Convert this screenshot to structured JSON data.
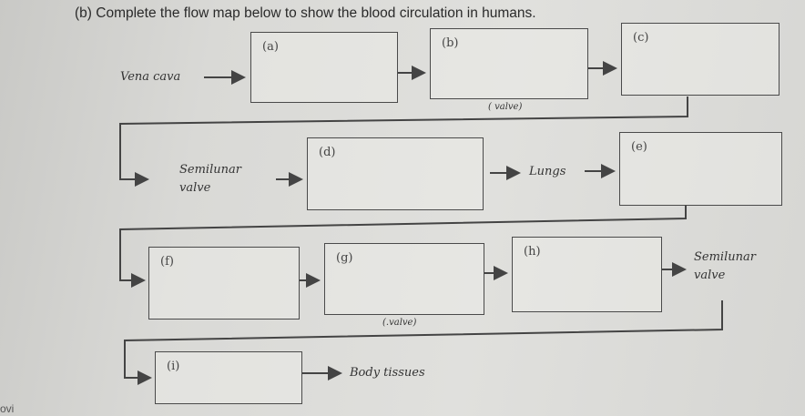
{
  "title": "(b) Complete the flow map below to show the blood circulation in humans.",
  "boxes": [
    "(a)",
    "(b)",
    "(c)",
    "(d)",
    "(e)",
    "(f)",
    "(g)",
    "(h)",
    "(i)"
  ],
  "labels": {
    "vena_cava": "Vena cava",
    "valve_1": "( valve)",
    "semilunar_1a": "Semilunar",
    "semilunar_1b": "valve",
    "lungs": "Lungs",
    "semilunar_2a": "Semilunar",
    "semilunar_2b": "valve",
    "valve_2": "(.valve)",
    "body_tissues": "Body tissues",
    "edge_text": "ovi"
  }
}
